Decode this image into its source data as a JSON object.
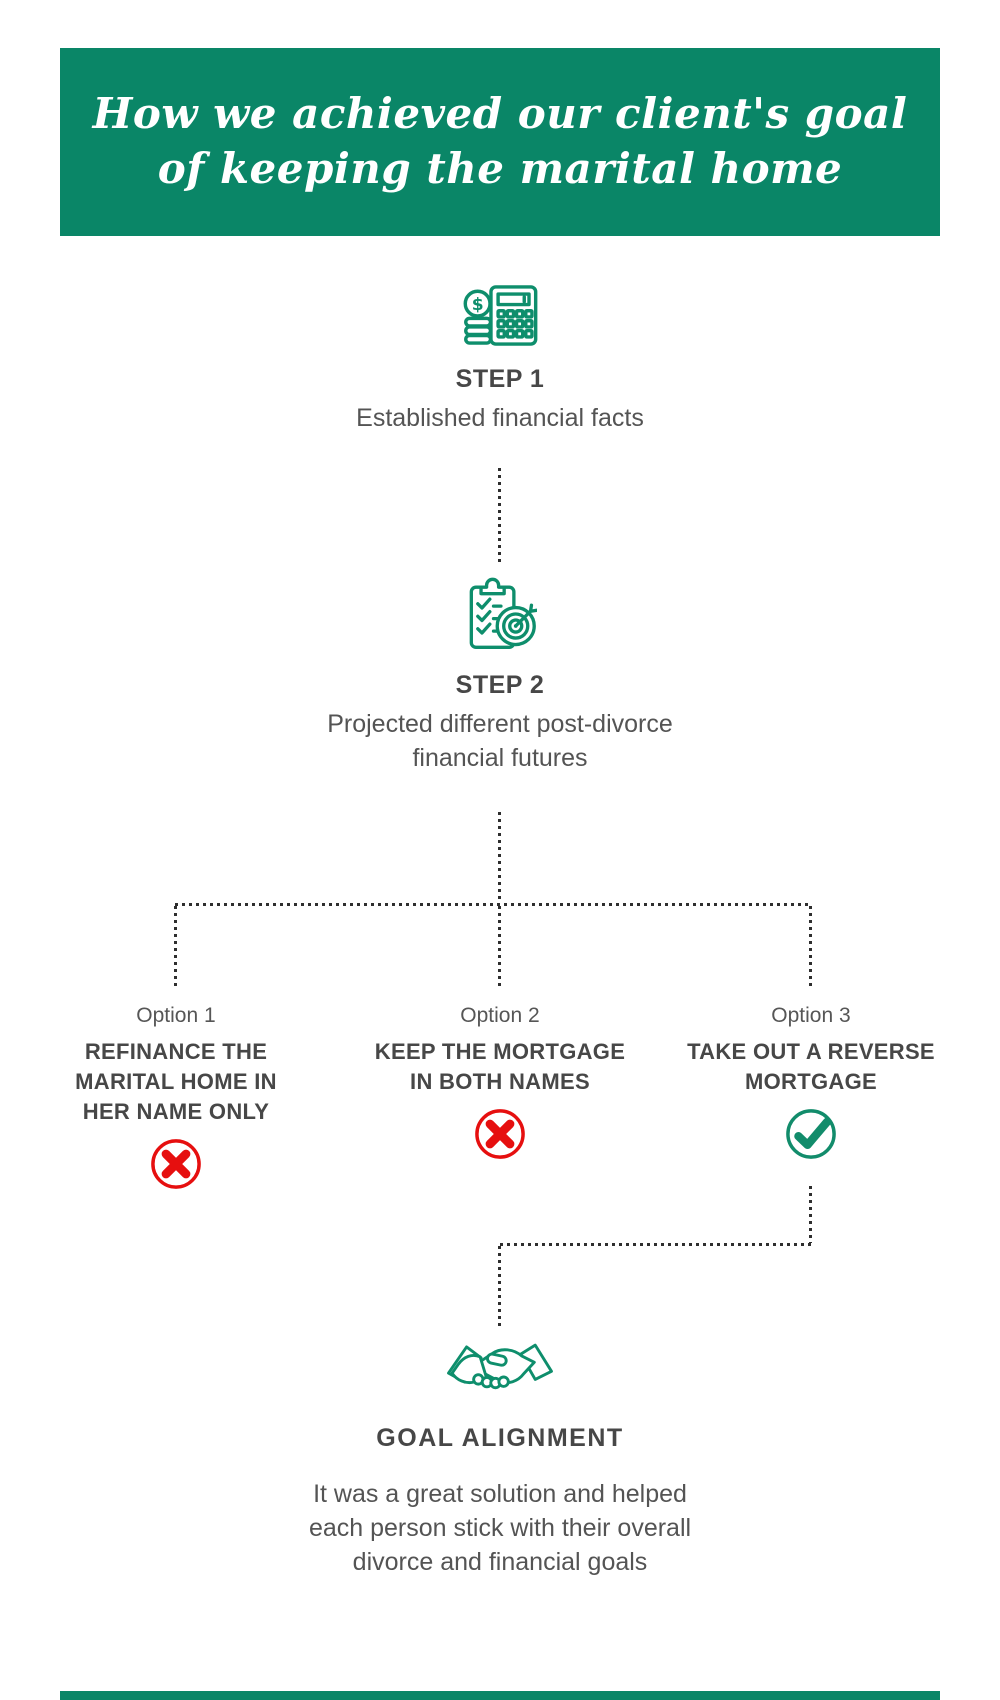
{
  "colors": {
    "banner_green": "#0a8667",
    "icon_green": "#0e8e6c",
    "reject_red": "#e60f0f",
    "accept_green": "#128c6b",
    "heading_text": "#474747",
    "body_text": "#545454",
    "connector_dots": "#2e2e2e"
  },
  "header": {
    "title": "How we achieved our client's goal\nof keeping the marital home"
  },
  "steps": [
    {
      "label": "STEP 1",
      "description": "Established financial facts",
      "icon": "calculator-coins-icon"
    },
    {
      "label": "STEP 2",
      "description": "Projected different post-divorce\nfinancial futures",
      "icon": "clipboard-checklist-target-icon"
    }
  ],
  "options": [
    {
      "label": "Option 1",
      "title": "REFINANCE THE\nMARITAL HOME IN\nHER NAME ONLY",
      "verdict": "rejected",
      "icon": "x-circle-icon"
    },
    {
      "label": "Option 2",
      "title": "KEEP THE MORTGAGE\nIN BOTH NAMES",
      "verdict": "rejected",
      "icon": "x-circle-icon"
    },
    {
      "label": "Option 3",
      "title": "TAKE OUT A REVERSE\nMORTGAGE",
      "verdict": "accepted",
      "icon": "check-circle-icon"
    }
  ],
  "goal": {
    "label": "GOAL ALIGNMENT",
    "description": "It was a great solution and helped\neach person stick with their overall\ndivorce and financial goals",
    "icon": "handshake-icon"
  }
}
